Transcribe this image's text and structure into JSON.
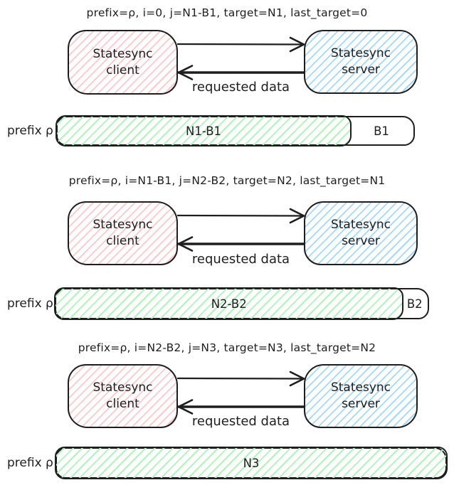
{
  "colors": {
    "stroke": "#1e1e1e",
    "client_hatch": "#ffc9c9",
    "server_hatch": "#a5d8ff",
    "progress_hatch": "#b2f2bb",
    "background": "#ffffff"
  },
  "stages": [
    {
      "title": "prefix=ρ, i=0, j=N1-B1, target=N1, last_target=0",
      "client_line1": "Statesync",
      "client_line2": "client",
      "server_line1": "Statesync",
      "server_line2": "server",
      "request_label": "requested data",
      "bar": {
        "prefix_label": "prefix ρ",
        "fill_label": "N1-B1",
        "remainder_label": "B1",
        "fill_percent": 82
      }
    },
    {
      "title": "prefix=ρ, i=N1-B1, j=N2-B2, target=N2, last_target=N1",
      "client_line1": "Statesync",
      "client_line2": "client",
      "server_line1": "Statesync",
      "server_line2": "server",
      "request_label": "requested data",
      "bar": {
        "prefix_label": "prefix ρ",
        "fill_label": "N2-B2",
        "remainder_label": "B2",
        "fill_percent": 93
      }
    },
    {
      "title": "prefix=ρ, i=N2-B2, j=N3, target=N3, last_target=N2",
      "client_line1": "Statesync",
      "client_line2": "client",
      "server_line1": "Statesync",
      "server_line2": "server",
      "request_label": "requested data",
      "bar": {
        "prefix_label": "prefix ρ",
        "fill_label": "N3",
        "remainder_label": "",
        "fill_percent": 100
      }
    }
  ]
}
